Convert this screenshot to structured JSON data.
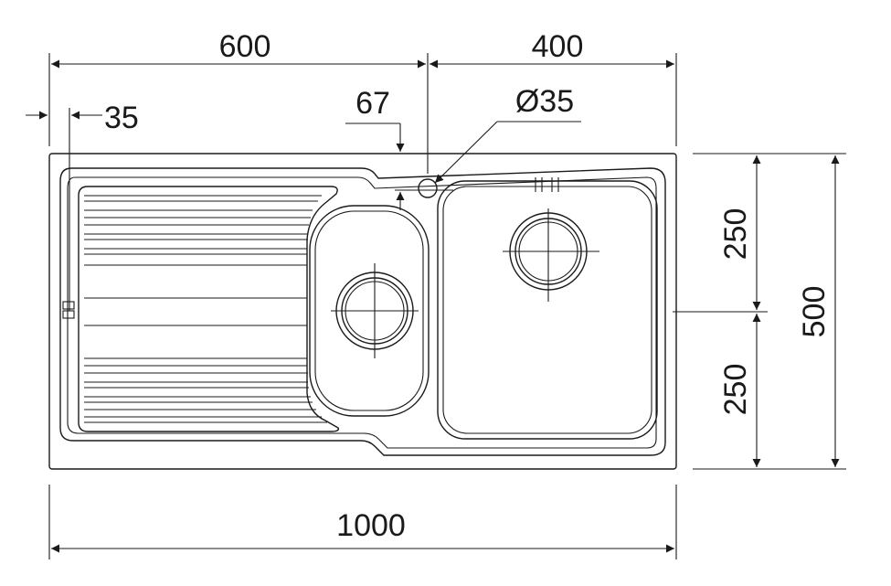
{
  "dimensions": {
    "width_left": "600",
    "width_right": "400",
    "overall_width": "1000",
    "overall_depth": "500",
    "depth_upper": "250",
    "depth_lower": "250",
    "edge_offset": "35",
    "tap_offset": "67",
    "tap_hole_diameter": "Ø35"
  },
  "colors": {
    "line": "#1a1a1a",
    "background": "#ffffff"
  }
}
